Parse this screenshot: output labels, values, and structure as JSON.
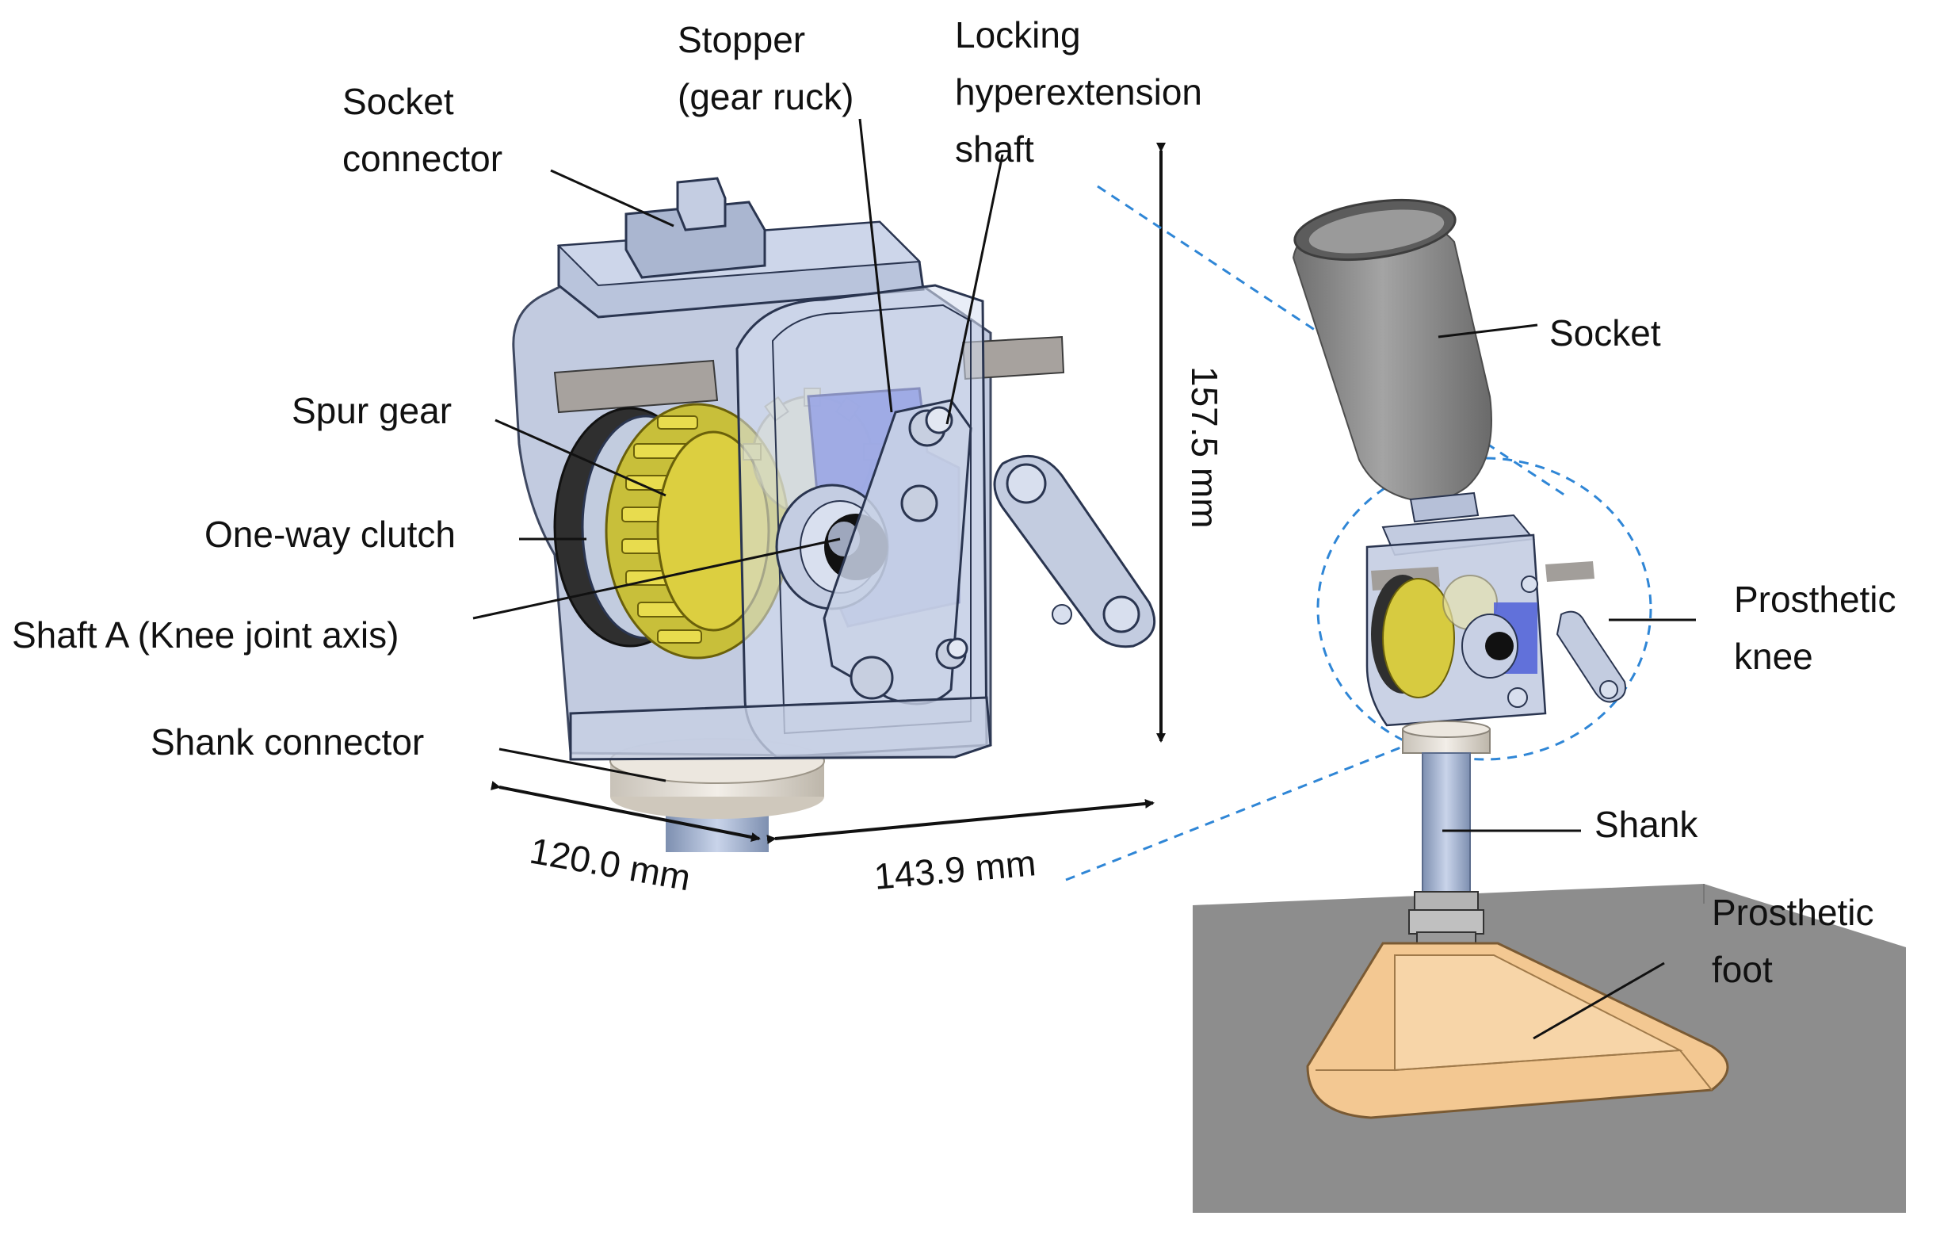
{
  "labels": {
    "socket_connector": [
      "Socket",
      "connector"
    ],
    "stopper": [
      "Stopper",
      "(gear ruck)"
    ],
    "locking_shaft": [
      "Locking",
      "hyperextension",
      "shaft"
    ],
    "spur_gear": "Spur gear",
    "one_way_clutch": "One-way clutch",
    "shaft_a": "Shaft A (Knee joint axis)",
    "shank_connector": "Shank connector",
    "socket": "Socket",
    "prosthetic_knee": [
      "Prosthetic",
      "knee"
    ],
    "shank": "Shank",
    "prosthetic_foot": [
      "Prosthetic",
      "foot"
    ]
  },
  "dimensions": {
    "height": "157.5 mm",
    "depth": "120.0 mm",
    "width": "143.9 mm"
  },
  "colors": {
    "frame": "#c9d3e8",
    "frame_edge": "#2a3550",
    "gear": "#e2d64a",
    "gear_dark": "#8a7d10",
    "plate": "#b8b4b0",
    "blue_block": "#5566d8",
    "clutch": "#3a3a3a",
    "socket": "#8e8e8e",
    "ground": "#8f8f8f",
    "foot": "#f3c892",
    "shank": "#a9b8d6",
    "leader": "#1a1a1a",
    "dashed": "#2f86d6"
  }
}
